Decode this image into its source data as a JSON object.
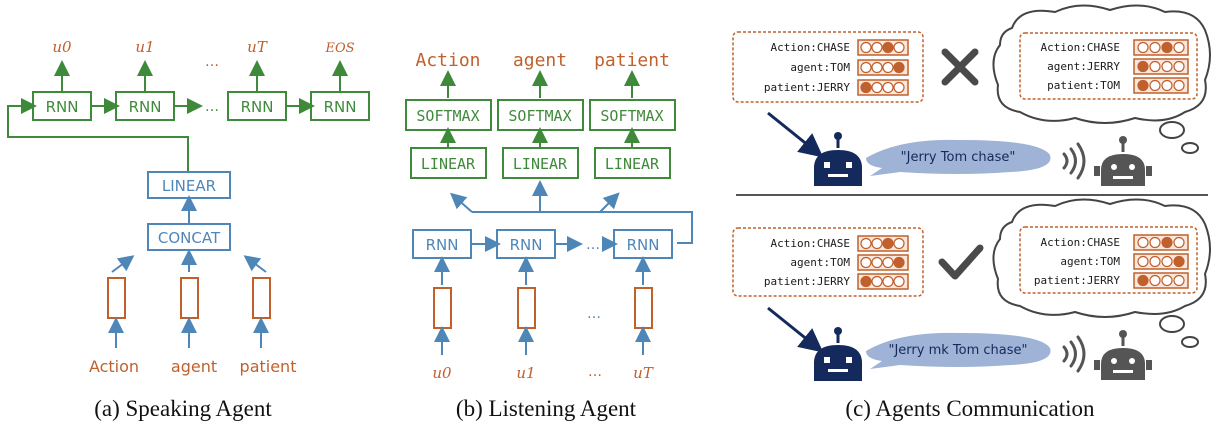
{
  "speaking": {
    "outputs": [
      "u0",
      "u1",
      "…",
      "uT",
      "EOS"
    ],
    "rnn_label": "RNN",
    "dots": "…",
    "linear_label": "LINEAR",
    "concat_label": "CONCAT",
    "inputs": [
      "Action",
      "agent",
      "patient"
    ],
    "caption": "(a) Speaking Agent"
  },
  "listening": {
    "outputs": [
      "Action",
      "agent",
      "patient"
    ],
    "softmax_label": "SOFTMAX",
    "linear_label": "LINEAR",
    "rnn_label": "RNN",
    "dots": "…",
    "inputs": [
      "u0",
      "u1",
      "…",
      "uT"
    ],
    "caption": "(b) Listening Agent"
  },
  "communication": {
    "top": {
      "fields": [
        "Action:CHASE",
        "agent:TOM",
        "patient:JERRY"
      ],
      "thought_fields": [
        "Action:CHASE",
        "agent:JERRY",
        "patient:TOM"
      ],
      "utterance": "\"Jerry Tom chase\"",
      "result": "cross"
    },
    "bottom": {
      "fields": [
        "Action:CHASE",
        "agent:TOM",
        "patient:JERRY"
      ],
      "thought_fields": [
        "Action:CHASE",
        "agent:TOM",
        "patient:JERRY"
      ],
      "utterance": "\"Jerry mk Tom chase\"",
      "result": "check"
    },
    "caption": "(c) Agents Communication"
  },
  "colors": {
    "green": "#3f8a3a",
    "blue": "#4f86b8",
    "orange": "#c0602c",
    "navy": "#142a5c",
    "gray": "#555555"
  }
}
